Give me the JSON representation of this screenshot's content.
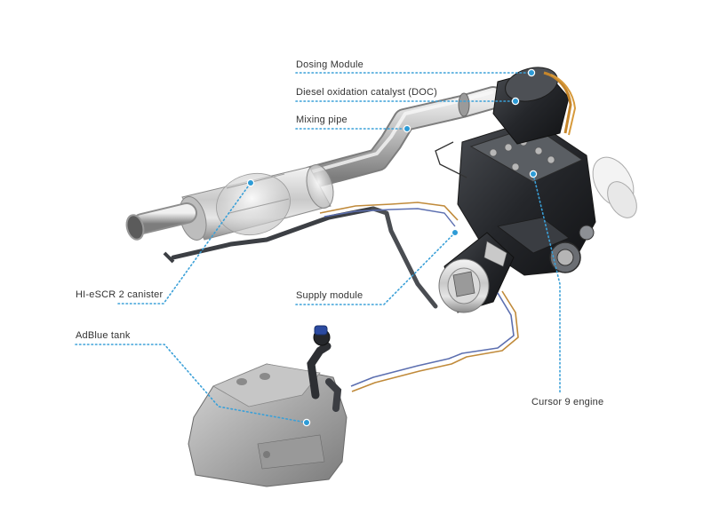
{
  "labels": {
    "dosing_module": "Dosing Module",
    "doc": "Diesel oxidation catalyst (DOC)",
    "mixing_pipe": "Mixing pipe",
    "hi_escr": "HI-eSCR 2 canister",
    "supply_module": "Supply module",
    "adblue_tank": "AdBlue tank",
    "cursor_engine": "Cursor 9 engine"
  },
  "colors": {
    "leader": "#3aa0d8",
    "marker": "#2d9bd6",
    "label_text": "#333333"
  }
}
